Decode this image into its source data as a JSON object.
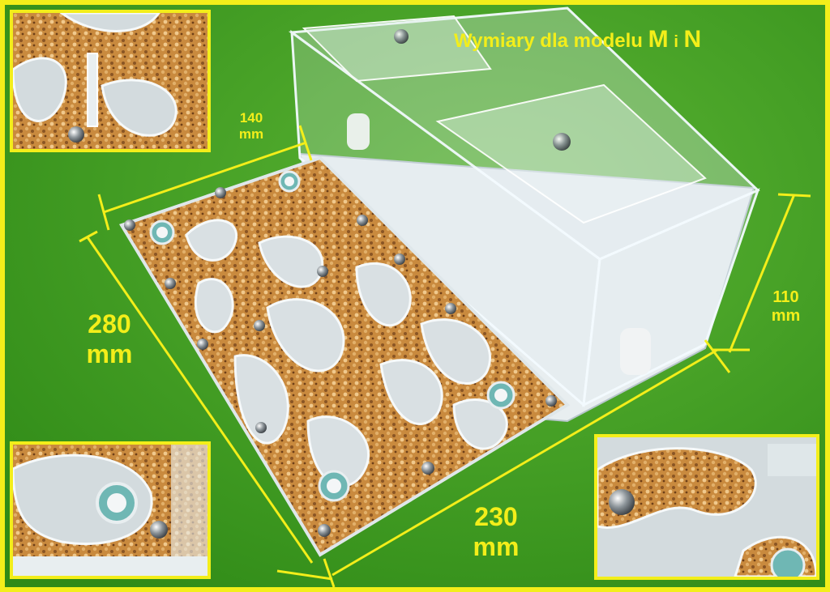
{
  "title": {
    "prefix": "Wymiary dla modelu",
    "letter_m": "M",
    "conjunction": "i",
    "letter_n": "N"
  },
  "dimensions": {
    "width_top": {
      "value": "140",
      "unit": "mm"
    },
    "length_left": {
      "value": "280",
      "unit": "mm"
    },
    "length_bottom": {
      "value": "230",
      "unit": "mm"
    },
    "height_right": {
      "value": "110",
      "unit": "mm"
    }
  },
  "colors": {
    "background": "#3c9a1e",
    "accent": "#f3ee1a",
    "cork": "#c98a3e",
    "acrylic": "#d9e4ea"
  }
}
